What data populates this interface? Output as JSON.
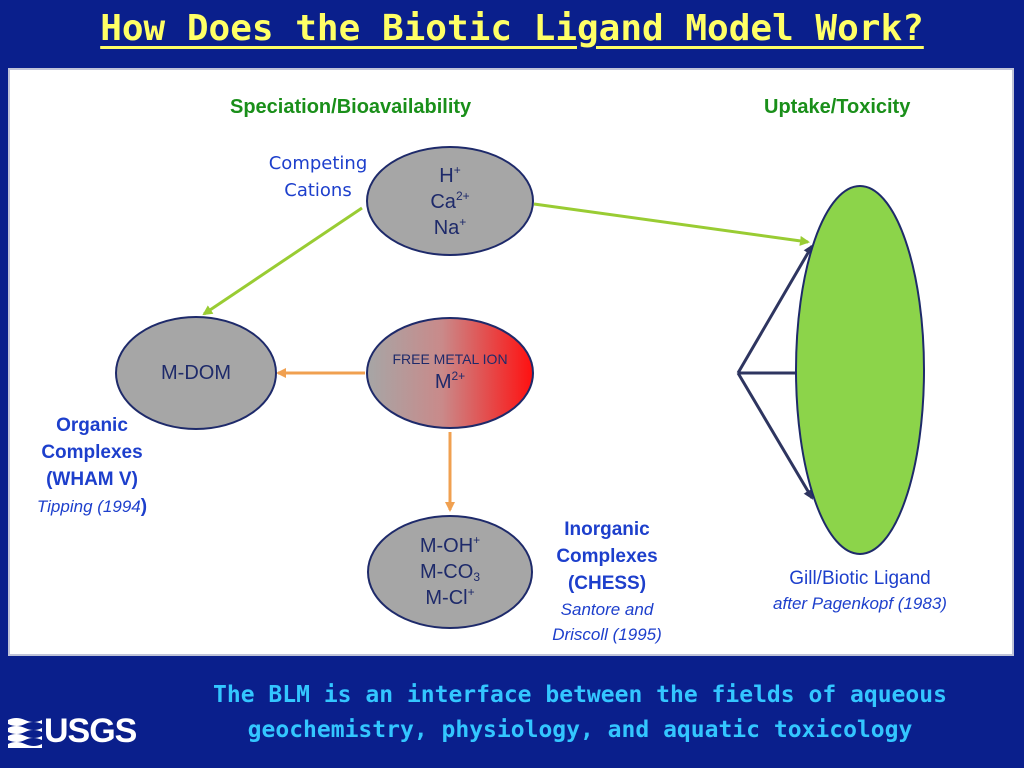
{
  "title": "How Does the Biotic Ligand Model Work?",
  "headings": {
    "speciation": "Speciation/Bioavailability",
    "uptake": "Uptake/Toxicity"
  },
  "competing": {
    "line1": "Competing",
    "line2": "Cations"
  },
  "cations": {
    "h": "H",
    "h_charge": "+",
    "ca": "Ca",
    "ca_charge": "2+",
    "na": "Na",
    "na_charge": "+"
  },
  "free_metal": {
    "label": "FREE METAL ION",
    "symbol": "M",
    "charge": "2+"
  },
  "mdom": {
    "label": "M-DOM"
  },
  "organic": {
    "line1": "Organic",
    "line2": "Complexes",
    "line3": "(WHAM  V)",
    "citation": "Tipping (1994",
    "close": ")"
  },
  "inorganic_node": {
    "oh": "M-OH",
    "oh_charge": "+",
    "co": "M-CO",
    "co_sub": "3",
    "cl": "M-Cl",
    "cl_charge": "+"
  },
  "inorganic": {
    "line1": "Inorganic",
    "line2": "Complexes",
    "line3": "(CHESS)",
    "cite1": "Santore and",
    "cite2": "Driscoll (1995)"
  },
  "gill": {
    "label": "Gill/Biotic Ligand",
    "citation": "after Pagenkopf (1983)"
  },
  "footer": {
    "line1": "The BLM is an interface between the fields of aqueous",
    "line2": "geochemistry, physiology, and aquatic toxicology"
  },
  "logo": {
    "text": "USGS"
  },
  "colors": {
    "background": "#0a1f8c",
    "title": "#ffff66",
    "footer": "#33c6ff",
    "ellipse_gray": "#a6a6a6",
    "gill_green": "#8cd44a",
    "arrow_green": "#99cc33",
    "arrow_orange": "#f0a050",
    "free_metal_red": "#ff1010"
  }
}
